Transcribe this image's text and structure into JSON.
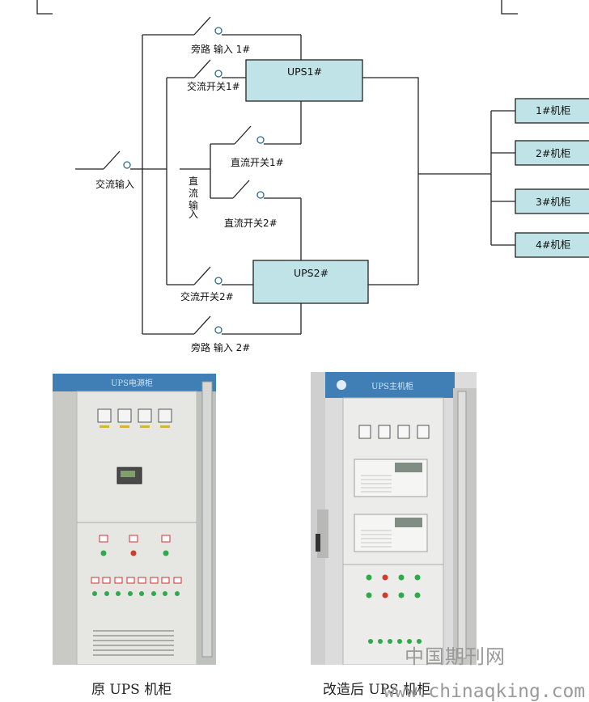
{
  "diagram": {
    "ac_input": "交流输入",
    "dc_input": "直流输入",
    "bypass_input_1": "旁路 输入 1#",
    "bypass_input_2": "旁路 输入 2#",
    "ac_switch_1": "交流开关1#",
    "ac_switch_2": "交流开关2#",
    "dc_switch_1": "直流开关1#",
    "dc_switch_2": "直流开关2#",
    "ups1": "UPS1#",
    "ups2": "UPS2#",
    "cabinets": [
      "1#机柜",
      "2#机柜",
      "3#机柜",
      "4#机柜"
    ],
    "colors": {
      "box_fill": "#bfe3e6",
      "line": "#222222",
      "contact": "#5a8fa8"
    }
  },
  "photos": {
    "left": {
      "header_text": "UPS电源柜"
    },
    "right": {
      "header_text": "UPS主机柜"
    }
  },
  "captions": {
    "left": "原 UPS 机柜",
    "right": "改造后 UPS 机柜"
  },
  "watermark": {
    "cn": "中国期刊网",
    "url": "www.chinaqking.com"
  }
}
